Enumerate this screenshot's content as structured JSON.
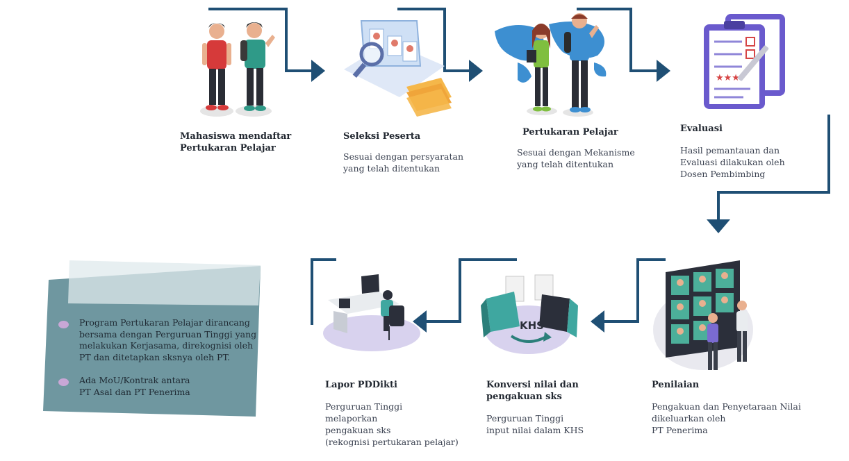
{
  "colors": {
    "connector": "#1f4f74",
    "note_bg": "#6f97a0",
    "bullet": "#c9a7d6",
    "platform": "#d8d2ee",
    "accent_teal": "#3fa7a0",
    "accent_purple": "#6a5acd"
  },
  "steps": [
    {
      "title": "Mahasiswa mendaftar\nPertukaran Pelajar",
      "description": "",
      "icon": "students-icon"
    },
    {
      "title": "Seleksi Peserta",
      "description": "Sesuai dengan persyaratan\nyang telah ditentukan",
      "icon": "selection-magnifier-icon"
    },
    {
      "title": "Pertukaran Pelajar",
      "description": "Sesuai dengan Mekanisme\nyang telah ditentukan",
      "icon": "world-map-exchange-icon"
    },
    {
      "title": "Evaluasi",
      "description": "Hasil pemantauan dan\nEvaluasi dilakukan oleh\nDosen Pembimbing",
      "icon": "evaluation-clipboard-icon"
    },
    {
      "title": "Penilaian",
      "description": "Pengakuan dan Penyetaraan Nilai\ndikeluarkan oleh\nPT Penerima",
      "icon": "assessment-screen-icon"
    },
    {
      "title": "Konversi nilai dan\npengakuan sks",
      "description": "Perguruan Tinggi\ninput nilai dalam KHS",
      "icon": "khs-conversion-icon"
    },
    {
      "title": "Lapor PDDikti",
      "description": "Perguruan Tinggi\nmelaporkan\npengakuan sks\n(rekognisi pertukaran pelajar)",
      "icon": "report-desk-icon"
    }
  ],
  "khs_label": "KHS",
  "note": {
    "items": [
      "Program Pertukaran Pelajar dirancang\nbersama dengan Perguruan Tinggi yang\nmelakukan Kerjasama, direkognisi oleh\nPT dan ditetapkan sksnya oleh PT.",
      "Ada MoU/Kontrak antara\nPT Asal dan PT Penerima"
    ]
  }
}
